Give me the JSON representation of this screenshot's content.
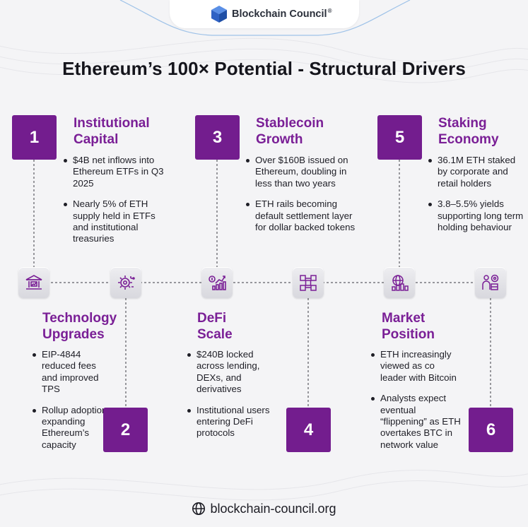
{
  "brand": {
    "name": "Blockchain Council",
    "mark": "®"
  },
  "title": "Ethereum’s 100× Potential - Structural Drivers",
  "drivers": [
    {
      "number": "1",
      "heading": [
        "Institutional",
        "Capital"
      ],
      "bullets": [
        "$4B net inflows into Ethereum ETFs in Q3 2025",
        "Nearly 5% of ETH supply held in ETFs and institutional treasuries"
      ],
      "icon": "bank-icon"
    },
    {
      "number": "2",
      "heading": [
        "Technology",
        "Upgrades"
      ],
      "bullets": [
        "EIP-4844 reduced fees and improved TPS",
        "Rollup adoption expanding Ethereum’s capacity"
      ],
      "icon": "gear-circuit-icon"
    },
    {
      "number": "3",
      "heading": [
        "Stablecoin",
        "Growth"
      ],
      "bullets": [
        "Over $160B issued on Ethereum, doubling in less than two years",
        "ETH rails becoming default settlement layer for dollar backed tokens"
      ],
      "icon": "coin-growth-chart-icon"
    },
    {
      "number": "4",
      "heading": [
        "DeFi",
        "Scale"
      ],
      "bullets": [
        "$240B locked across lending, DEXs, and derivatives",
        "Institutional users entering DeFi protocols"
      ],
      "icon": "blockchain-cubes-icon"
    },
    {
      "number": "5",
      "heading": [
        "Staking",
        "Economy"
      ],
      "bullets": [
        "36.1M ETH staked by corporate and retail holders",
        "3.8–5.5% yields supporting long term holding behaviour"
      ],
      "icon": "globe-coins-icon"
    },
    {
      "number": "6",
      "heading": [
        "Market",
        "Position"
      ],
      "bullets": [
        "ETH increasingly viewed as co leader with Bitcoin",
        "Analysts expect eventual “flippening” as ETH overtakes BTC in network value"
      ],
      "icon": "investor-target-icon"
    }
  ],
  "footer": {
    "url": "blockchain-council.org"
  },
  "colors": {
    "accent": "#731d8e",
    "heading": "#7a1f96",
    "background": "#f4f4f6",
    "brand_blue": "#3b73d6"
  }
}
